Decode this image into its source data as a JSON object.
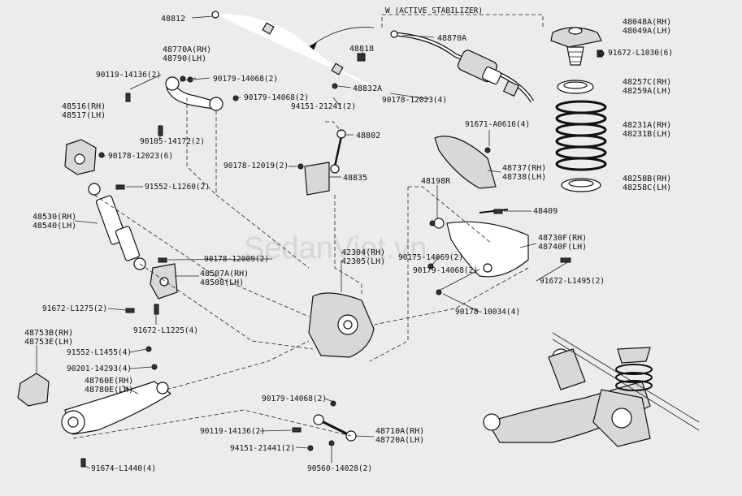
{
  "section_label": "W (ACTIVE STABILIZER)",
  "watermark": "SedanViet.vn",
  "labels": {
    "p48812": "48812",
    "p48818": "48818",
    "p48870A": "48870A",
    "p48048A": "48048A(RH)",
    "p48049A": "48049A(LH)",
    "p91672_L1030": "91672-L1030(6)",
    "p90119_14136a": "90119-14136(2)",
    "p48770A": "48770A(RH)",
    "p48790": "48790(LH)",
    "p90179_14068a": "90179-14068(2)",
    "p90179_14068b": "90179-14068(2)",
    "p48832A": "48832A",
    "p94151_21241": "94151-21241(2)",
    "p90178_12023a": "90178-12023(4)",
    "p48257C": "48257C(RH)",
    "p48259A": "48259A(LH)",
    "p48516": "48516(RH)",
    "p48517": "48517(LH)",
    "p90105_14172": "90105-14172(2)",
    "p90178_12023b": "90178-12023(6)",
    "p48802": "48802",
    "p91671_A0616": "91671-A0616(4)",
    "p48231A": "48231A(RH)",
    "p48231B": "48231B(LH)",
    "p90178_12019": "90178-12019(2)",
    "p48835": "48835",
    "p48737": "48737(RH)",
    "p48738": "48738(LH)",
    "p91552_L1260": "91552-L1260(2)",
    "p48198R": "48198R",
    "p48258B": "48258B(RH)",
    "p48258C": "48258C(LH)",
    "p48530": "48530(RH)",
    "p48540": "48540(LH)",
    "p48409": "48409",
    "p48730F": "48730F(RH)",
    "p48740F": "48740F(LH)",
    "p90178_12009": "90178-12009(2)",
    "p42304": "42304(RH)",
    "p42305": "42305(LH)",
    "p90175_14069": "90175-14069(2)",
    "p48507A": "48507A(RH)",
    "p48508": "48508(LH)",
    "p90179_14068c": "90179-14068(2)",
    "p91672_L1495": "91672-L1495(2)",
    "p91672_L1275": "91672-L1275(2)",
    "p90178_10034": "90178-10034(4)",
    "p91672_L1225": "91672-L1225(4)",
    "p48753B": "48753B(RH)",
    "p48753E": "48753E(LH)",
    "p91552_L1455": "91552-L1455(4)",
    "p90201_14293": "90201-14293(4)",
    "p48760E": "48760E(RH)",
    "p48780E": "48780E(LH)",
    "p90179_14068d": "90179-14068(2)",
    "p90119_14136b": "90119-14136(2)",
    "p48710A": "48710A(RH)",
    "p48720A": "48720A(LH)",
    "p94151_21441": "94151-21441(2)",
    "p90560_14028": "90560-14028(2)",
    "p91674_L1440": "91674-L1440(4)"
  }
}
